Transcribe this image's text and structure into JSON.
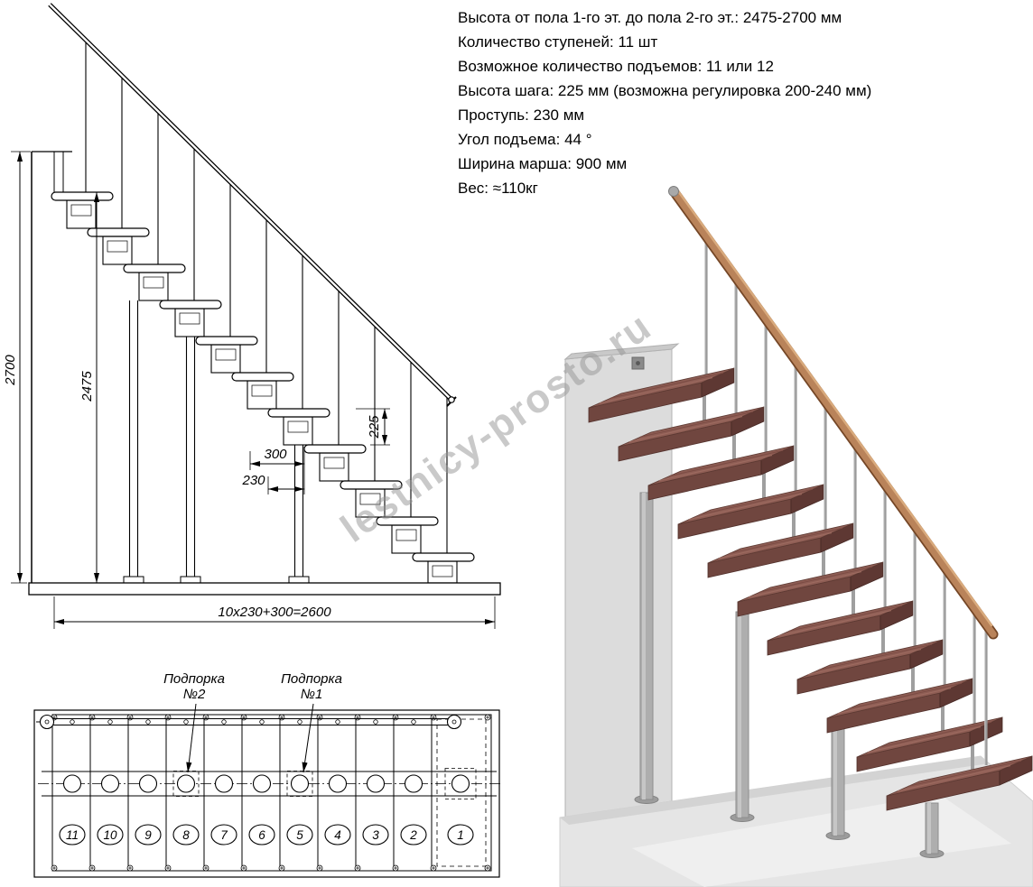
{
  "specs": {
    "lines": [
      "Высота от пола 1-го эт. до пола 2-го эт.: 2475-2700 мм",
      "Количество ступеней: 11 шт",
      "Возможное количество подъемов: 11 или 12",
      "Высота шага: 225 мм (возможна регулировка 200-240 мм)",
      "Проступь: 230 мм",
      "Угол подъема: 44 °",
      "Ширина марша: 900 мм",
      "Вес: ≈110кг"
    ]
  },
  "elevation": {
    "dim_total_height": "2700",
    "dim_floor_height": "2475",
    "dim_riser": "225",
    "dim_300": "300",
    "dim_tread": "230",
    "dim_length": "10x230+300=2600"
  },
  "plan": {
    "support2_line1": "Подпорка",
    "support2_line2": "№2",
    "support1_line1": "Подпорка",
    "support1_line2": "№1",
    "steps": [
      "11",
      "10",
      "9",
      "8",
      "7",
      "6",
      "5",
      "4",
      "3",
      "2",
      "1"
    ]
  },
  "watermark": "lestnicy-prosto.ru"
}
